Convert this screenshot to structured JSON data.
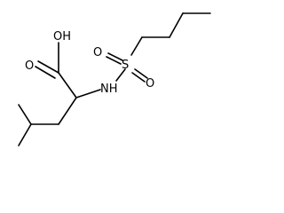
{
  "molecule": {
    "labels": {
      "hydroxyl": "OH",
      "carbonyl_oxygen": "O",
      "amine": "NH",
      "sulfur": "S",
      "sulfonyl_oxygen_upper": "O",
      "sulfonyl_oxygen_lower": "O"
    }
  }
}
